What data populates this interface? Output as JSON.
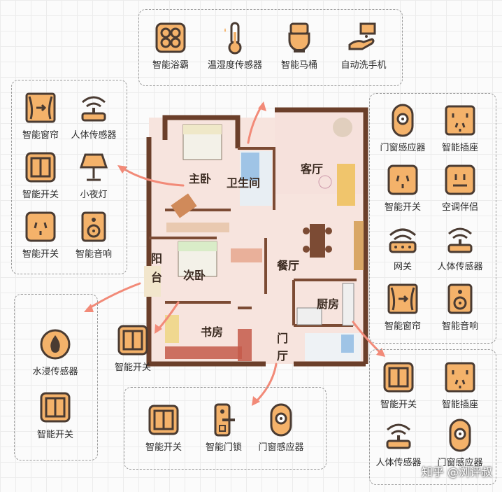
{
  "groups": {
    "bathroom": [
      "智能浴霸",
      "温湿度传感器",
      "智能马桶",
      "自动洗手机"
    ],
    "master_bedroom": [
      "智能窗帘",
      "人体传感器",
      "智能开关",
      "小夜灯",
      "智能开关",
      "智能音响"
    ],
    "living_room": [
      "门窗感应器",
      "智能插座",
      "智能开关",
      "空调伴侣",
      "网关",
      "人体传感器",
      "智能窗帘",
      "智能音响"
    ],
    "balcony": [
      "水浸传感器",
      "智能开关"
    ],
    "study": [
      "智能开关"
    ],
    "entrance": [
      "智能开关",
      "智能门锁",
      "门窗感应器"
    ],
    "kitchen": [
      "智能开关",
      "智能插座",
      "人体传感器",
      "门窗感应器"
    ]
  },
  "rooms": {
    "master": "主卧",
    "bath": "卫生间",
    "living": "客厅",
    "dining": "餐厅",
    "second": "次卧",
    "balcony_1": "阳",
    "balcony_2": "台",
    "kitchen": "厨房",
    "study": "书房",
    "entry_1": "门",
    "entry_2": "厅"
  },
  "watermark": "知乎 @浏评叔",
  "colors": {
    "accent": "#f4b26a",
    "icon_stroke": "#4a3b32",
    "arrow": "#f28a78",
    "wall": "#6b3f2a"
  }
}
